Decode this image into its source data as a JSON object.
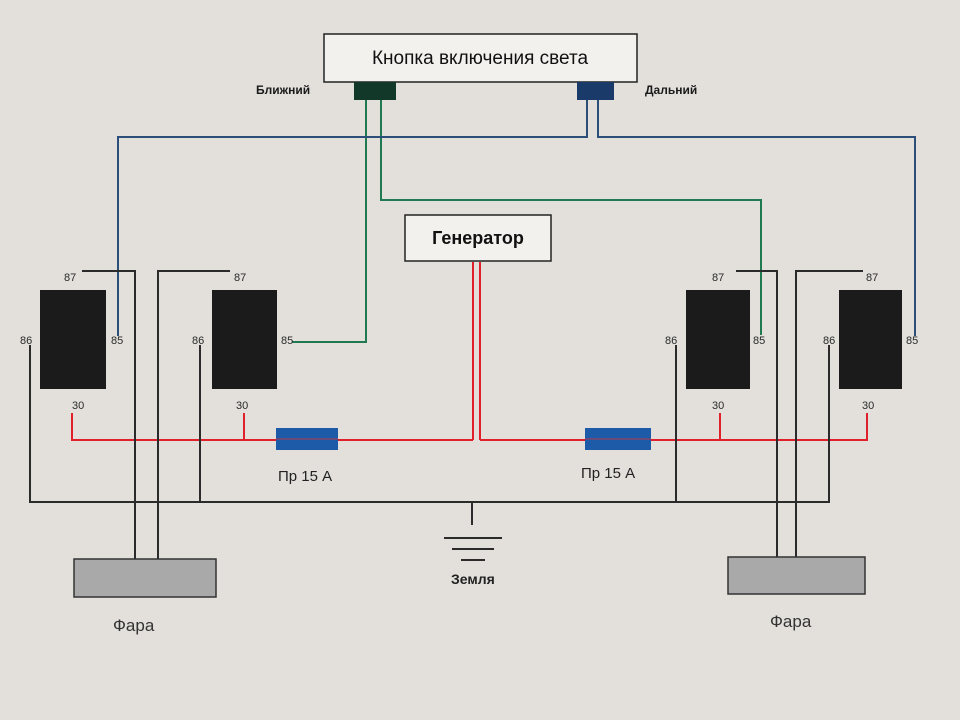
{
  "switch": {
    "title": "Кнопка включения света",
    "low_label": "Ближний",
    "high_label": "Дальний"
  },
  "generator": {
    "title": "Генератор"
  },
  "relays": [
    {
      "pin87": "87",
      "pin86": "86",
      "pin85": "85",
      "pin30": "30"
    },
    {
      "pin87": "87",
      "pin86": "86",
      "pin85": "85",
      "pin30": "30"
    },
    {
      "pin87": "87",
      "pin86": "86",
      "pin85": "85",
      "pin30": "30"
    },
    {
      "pin87": "87",
      "pin86": "86",
      "pin85": "85",
      "pin30": "30"
    }
  ],
  "fuses": [
    {
      "label": "Пр 15 А"
    },
    {
      "label": "Пр 15 А"
    }
  ],
  "ground": {
    "label": "Земля"
  },
  "headlights": [
    {
      "label": "Фара"
    },
    {
      "label": "Фара"
    }
  ],
  "colors": {
    "background": "#e3e0dc",
    "power_wire": "#e0202a",
    "low_beam_wire": "#1f7a52",
    "high_beam_wire": "#2c4f7a",
    "ground_wire": "#2b2b2b",
    "relay_fill": "#1b1b1b",
    "fuse_fill": "#1d5aa8",
    "headlight_fill": "#a9a9a9"
  }
}
